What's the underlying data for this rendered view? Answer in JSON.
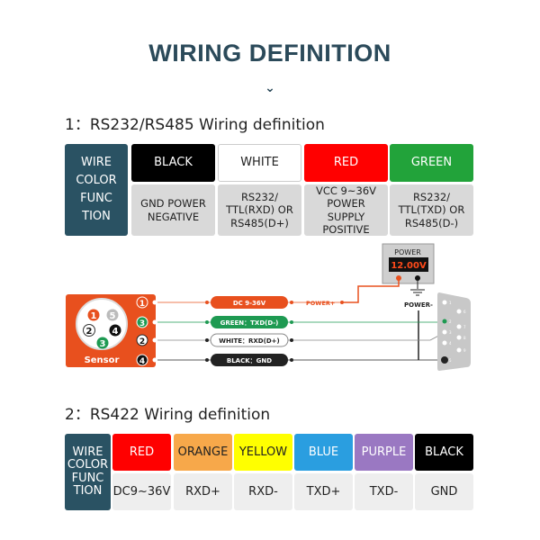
{
  "title": "WIRING DEFINITION",
  "chevron_icon": "chevron-down",
  "section1": {
    "heading": "1：RS232/RS485 Wiring definition",
    "label": "WIRE COLOR FUNC TION",
    "columns": [
      {
        "color": "BLACK",
        "bg": "#000000",
        "fg": "#ffffff",
        "function": "GND POWER NEGATIVE"
      },
      {
        "color": "WHITE",
        "bg": "#ffffff",
        "fg": "#222222",
        "function": "RS232/ TTL(RXD) OR RS485(D+)"
      },
      {
        "color": "RED",
        "bg": "#ff0000",
        "fg": "#ffffff",
        "function": "VCC 9~36V POWER SUPPLY POSITIVE"
      },
      {
        "color": "GREEN",
        "bg": "#22a33a",
        "fg": "#ffffff",
        "function": "RS232/ TTL(TXD) OR RS485(D-)"
      }
    ]
  },
  "diagram": {
    "sensor_label": "Sensor",
    "power_label": "POWER",
    "power_value": "12.00V",
    "power_plus": "POWER+",
    "power_minus": "POWER-",
    "wires": [
      {
        "pin": "1",
        "label": "DC 9-36V",
        "color": "#e8501e"
      },
      {
        "pin": "3",
        "label": "GREEN：TXD(D-)",
        "color": "#1e9a52"
      },
      {
        "pin": "2",
        "label": "WHITE：RXD(D+)",
        "color": "#ffffff"
      },
      {
        "pin": "4",
        "label": "BLACK：GND",
        "color": "#222222"
      }
    ],
    "connector_pins": [
      "1",
      "2",
      "3",
      "4",
      "5",
      "6",
      "7",
      "8",
      "9"
    ],
    "sensor_pins": [
      "1",
      "5",
      "2",
      "4",
      "3"
    ]
  },
  "section2": {
    "heading": "2：RS422 Wiring definition",
    "label": "WIRE COLOR FUNC TION",
    "columns": [
      {
        "color": "RED",
        "bg": "#ff0000",
        "fg": "#ffffff",
        "function": "DC9~36V"
      },
      {
        "color": "ORANGE",
        "bg": "#f7a84a",
        "fg": "#222222",
        "function": "RXD+"
      },
      {
        "color": "YELLOW",
        "bg": "#ffff00",
        "fg": "#222222",
        "function": "RXD-"
      },
      {
        "color": "BLUE",
        "bg": "#2a9ee0",
        "fg": "#ffffff",
        "function": "TXD+"
      },
      {
        "color": "PURPLE",
        "bg": "#9a78c2",
        "fg": "#ffffff",
        "function": "TXD-"
      },
      {
        "color": "BLACK",
        "bg": "#000000",
        "fg": "#ffffff",
        "function": "GND"
      }
    ]
  }
}
